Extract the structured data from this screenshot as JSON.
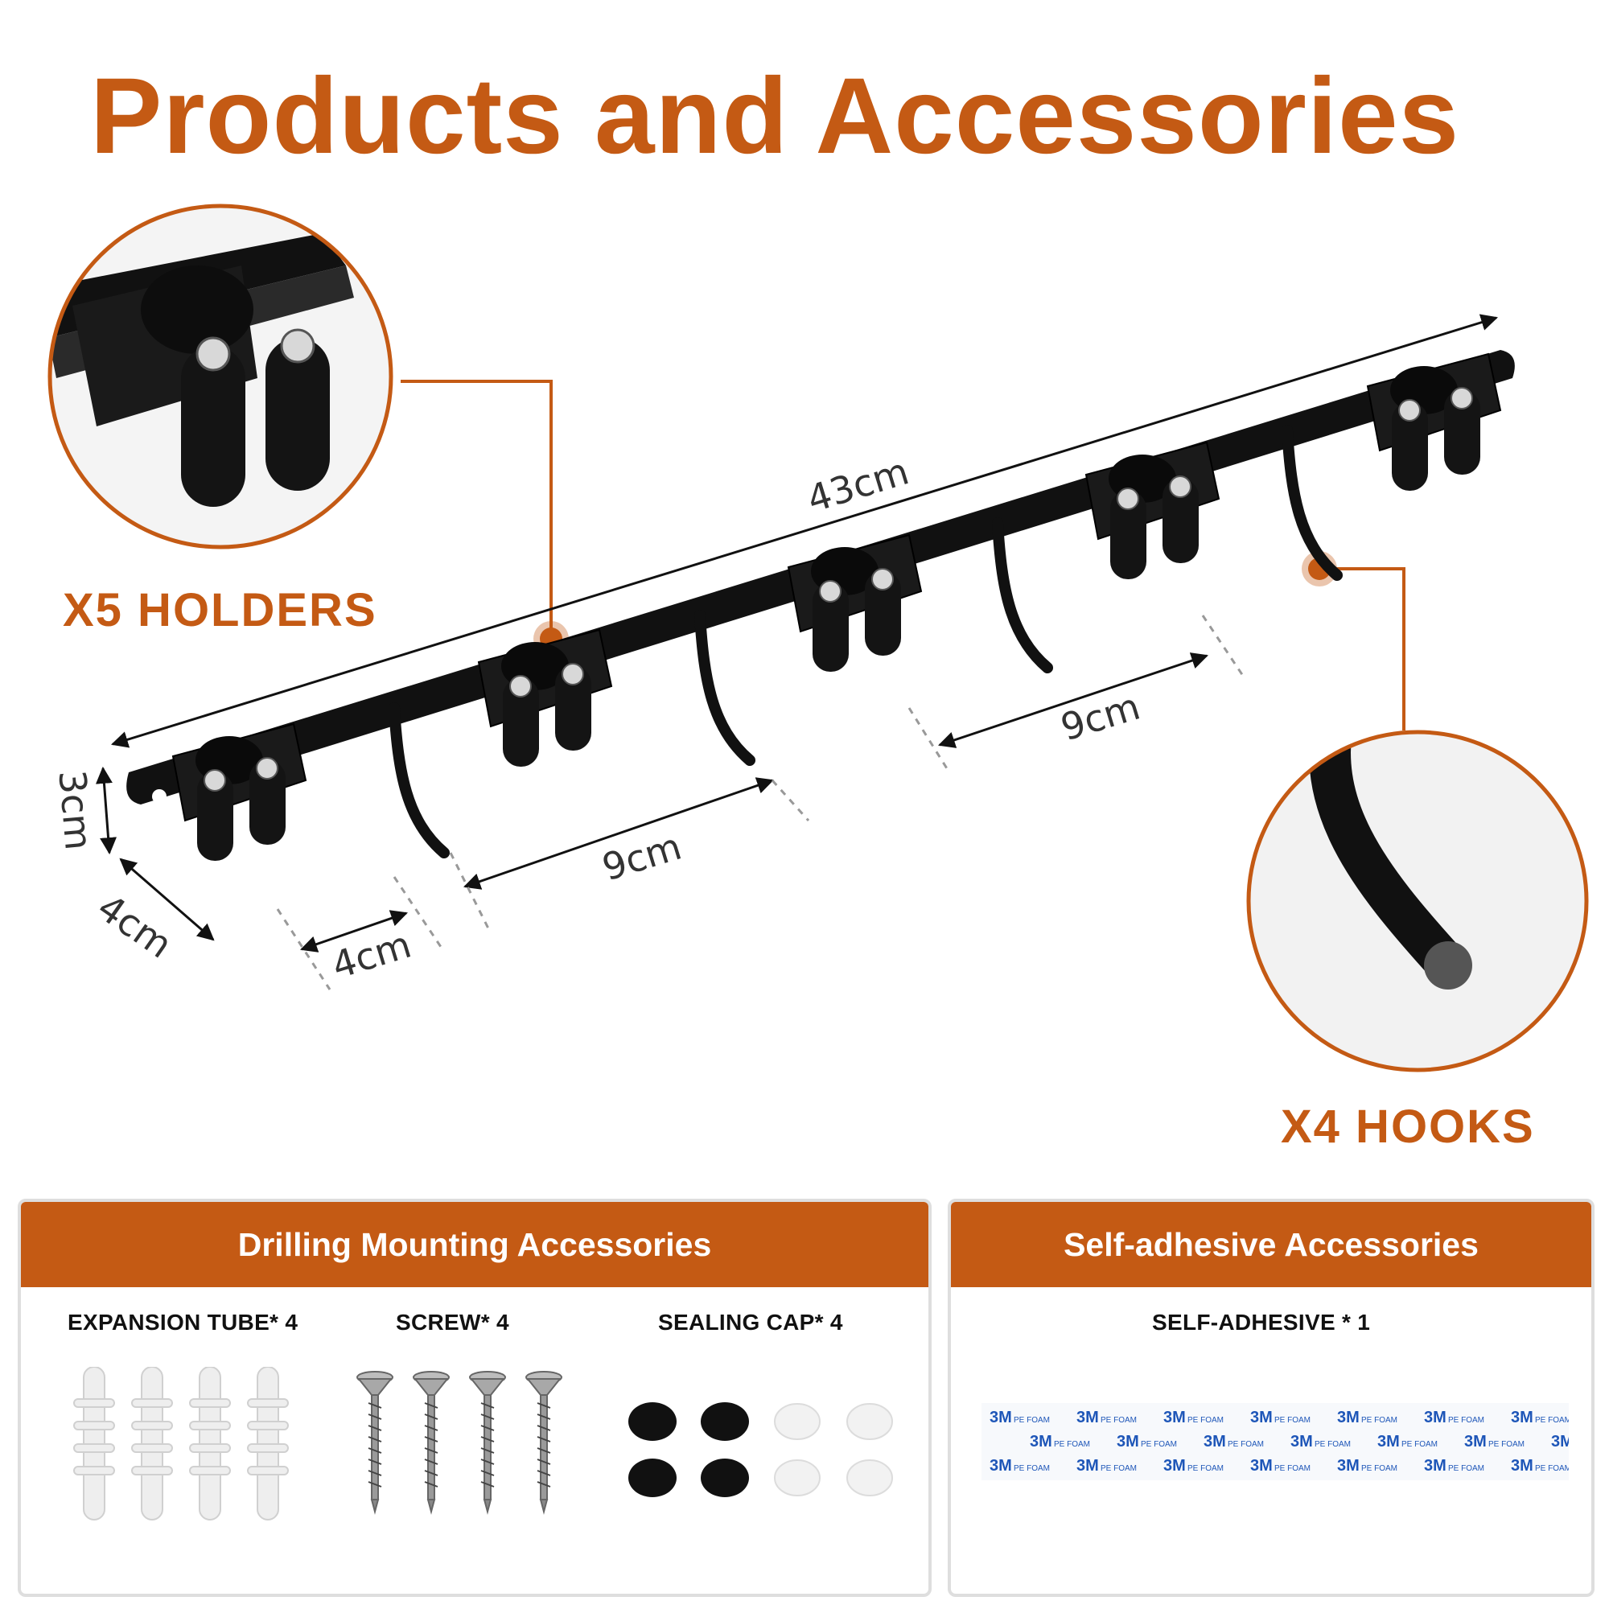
{
  "title": "Products and Accessories",
  "colors": {
    "accent": "#C45A14",
    "product": "#1a1a1a",
    "panel_border": "#dedede"
  },
  "callouts": {
    "holders": "X5 HOLDERS",
    "hooks": "X4 HOOKS"
  },
  "dimensions": {
    "length": "43cm",
    "spacing_1": "9cm",
    "spacing_2": "9cm",
    "offset": "4cm",
    "height": "3cm",
    "depth": "4cm"
  },
  "drilling": {
    "header": "Drilling Mounting Accessories",
    "items": [
      {
        "label": "EXPANSION TUBE* 4",
        "icon": "expansion-tube-icon"
      },
      {
        "label": "SCREW* 4",
        "icon": "screw-icon"
      },
      {
        "label": "SEALING CAP* 4",
        "icon": "sealing-cap-icon"
      }
    ]
  },
  "adhesive": {
    "header": "Self-adhesive Accessories",
    "items": [
      {
        "label": "SELF-ADHESIVE * 1",
        "icon": "foam-tape-icon"
      }
    ],
    "tape_brand": "3M",
    "tape_text": "PE FOAM"
  }
}
